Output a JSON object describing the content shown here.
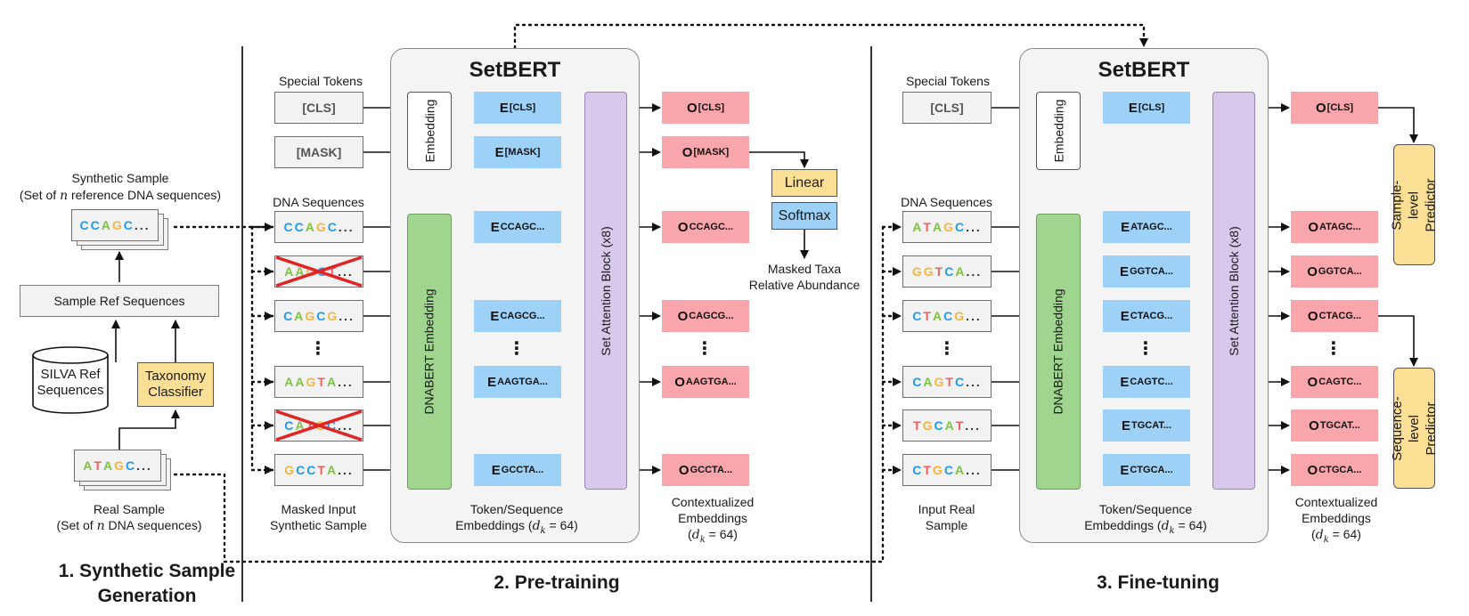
{
  "colors": {
    "A": "#7fc241",
    "C": "#1e9bef",
    "G": "#f5b53f",
    "T": "#ee5f5f"
  },
  "section1": {
    "synthetic_title": "Synthetic Sample",
    "synthetic_sub_pre": "(Set of ",
    "synthetic_sub_n": "n",
    "synthetic_sub_post": " reference DNA sequences)",
    "synthetic_seq": "CCAGC",
    "sample_ref": "Sample Ref Sequences",
    "silva": "SILVA Ref Sequences",
    "taxonomy": "Taxonomy Classifier",
    "real_seq": "ATAGC",
    "real_title": "Real Sample",
    "real_sub_pre": "(Set of ",
    "real_sub_n": "n",
    "real_sub_post": " DNA sequences)",
    "heading": "1. Synthetic Sample Generation"
  },
  "section2": {
    "setbert": "SetBERT",
    "special_tokens": "Special Tokens",
    "tokens": [
      "[CLS]",
      "[MASK]"
    ],
    "dna_sequences": "DNA Sequences",
    "sequences": [
      "CCAGC",
      "AAGCT",
      "CAGCG",
      "AAGTA",
      "CATGC",
      "GCCTA"
    ],
    "masked": [
      false,
      true,
      false,
      false,
      true,
      false
    ],
    "embedding": "Embedding",
    "dnabert": "DNABERT Embedding",
    "set_attention": "Set Attention Block (x8)",
    "emb_subs": [
      "[CLS]",
      "[MASK]",
      "CCAGC...",
      "CAGCG...",
      "AAGTGA...",
      "GCCTA..."
    ],
    "out_subs": [
      "[CLS]",
      "[MASK]",
      "CCAGC...",
      "CAGCG...",
      "AAGTGA...",
      "GCCTA..."
    ],
    "linear": "Linear",
    "softmax": "Softmax",
    "masked_taxa": "Masked Taxa",
    "relative_abundance": "Relative Abundance",
    "caption_input_1": "Masked Input",
    "caption_input_2": "Synthetic Sample",
    "caption_emb_1": "Token/Sequence",
    "caption_emb_2": "Embeddings (",
    "caption_ctx_1": "Contextualized",
    "caption_ctx_2": "Embeddings",
    "dk_math": "d",
    "dk_sub": "k",
    "dk_eq": " = 64",
    "heading": "2. Pre-training",
    "vdots": "⋮"
  },
  "section3": {
    "setbert": "SetBERT",
    "special_tokens": "Special Tokens",
    "token": "[CLS]",
    "dna_sequences": "DNA Sequences",
    "sequences": [
      "ATAGC",
      "GGTCA",
      "CTACG",
      "CAGTC",
      "TGCAT",
      "CTGCA"
    ],
    "embedding": "Embedding",
    "dnabert": "DNABERT Embedding",
    "set_attention": "Set Attention Block (x8)",
    "emb_subs": [
      "[CLS]",
      "ATAGC...",
      "GGTCA...",
      "CTACG...",
      "CAGTC...",
      "TGCAT...",
      "CTGCA..."
    ],
    "out_subs": [
      "[CLS]",
      "ATAGC...",
      "GGTCA...",
      "CTACG...",
      "CAGTC...",
      "TGCAT...",
      "CTGCA..."
    ],
    "sample_predictor": "Sample-level Predictor",
    "sequence_predictor": "Sequence-level Predictor",
    "caption_input_1": "Input Real",
    "caption_input_2": "Sample",
    "caption_emb_1": "Token/Sequence",
    "caption_emb_2": "Embeddings (",
    "caption_ctx_1": "Contextualized",
    "caption_ctx_2": "Embeddings",
    "heading": "3. Fine-tuning",
    "vdots": "⋮"
  }
}
